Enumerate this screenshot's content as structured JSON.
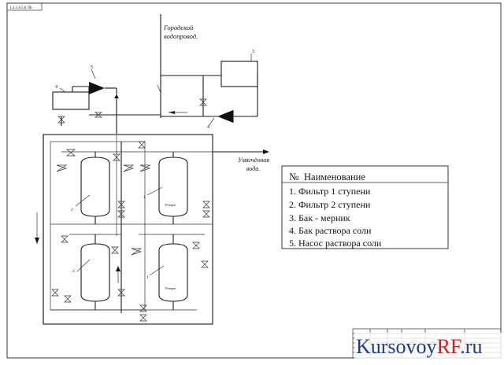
{
  "sheet": {
    "corner_stamp": "1.2.3.4.5.6 ЛБ",
    "city_water_label": [
      "Городской",
      "водопровод."
    ],
    "soft_water_label": [
      "Умягчённая",
      "вода."
    ]
  },
  "equipment": {
    "filter1_number": "1",
    "filter2_number": "2",
    "tank_number": "3",
    "brine_tank_number": "4",
    "pump_number": "5",
    "reserve_label": "Резерв"
  },
  "legend": {
    "header_no": "№",
    "header_name": "Наименование",
    "rows": [
      "1. Фильтр 1 ступени",
      "2. Фильтр 2 ступени",
      "3. Бак - мерник",
      "4. Бак раствора соли",
      "5. Насос раствора соли"
    ]
  },
  "watermark": {
    "prefix": "Kursovoy",
    "highlight": "RF",
    "suffix": ".ru",
    "brand_color": "#1e3a8a",
    "accent_color": "#d11f1f"
  }
}
